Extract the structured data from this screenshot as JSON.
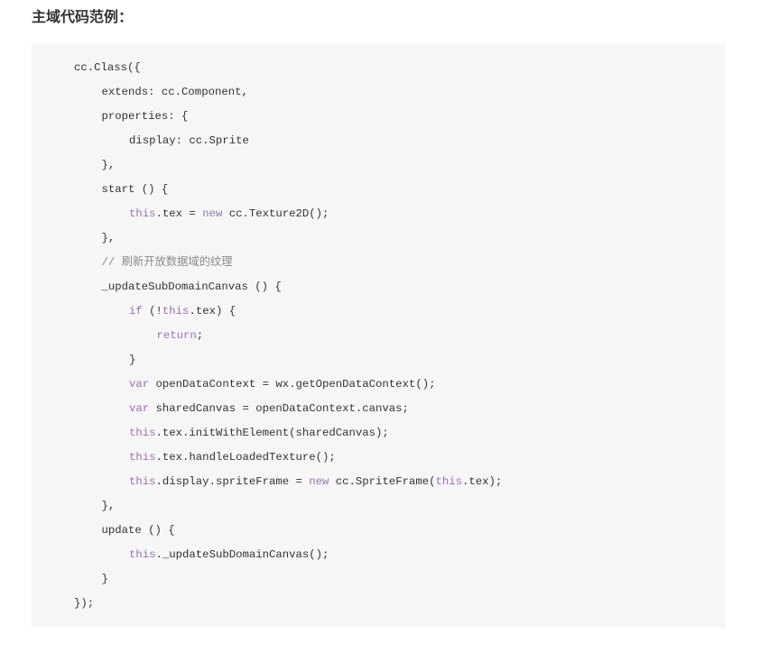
{
  "title": "主域代码范例：",
  "colors": {
    "background": "#f6f6f6",
    "text": "#333333",
    "keyword": "#9b6fb4",
    "comment": "#8a8a8a"
  },
  "code_lines": [
    {
      "indent": 0,
      "tokens": [
        {
          "t": "cc.Class({",
          "c": ""
        }
      ]
    },
    {
      "indent": 1,
      "tokens": [
        {
          "t": "extends: cc.Component,",
          "c": ""
        }
      ]
    },
    {
      "indent": 1,
      "tokens": [
        {
          "t": "properties: {",
          "c": ""
        }
      ]
    },
    {
      "indent": 2,
      "tokens": [
        {
          "t": "display: cc.Sprite",
          "c": ""
        }
      ]
    },
    {
      "indent": 1,
      "tokens": [
        {
          "t": "},",
          "c": ""
        }
      ]
    },
    {
      "indent": 1,
      "tokens": [
        {
          "t": "start () {",
          "c": ""
        }
      ]
    },
    {
      "indent": 2,
      "tokens": [
        {
          "t": "this",
          "c": "kw"
        },
        {
          "t": ".tex = ",
          "c": ""
        },
        {
          "t": "new",
          "c": "kw"
        },
        {
          "t": " cc.Texture2D();",
          "c": ""
        }
      ]
    },
    {
      "indent": 1,
      "tokens": [
        {
          "t": "},",
          "c": ""
        }
      ]
    },
    {
      "indent": 1,
      "tokens": [
        {
          "t": "// 刷新开放数据域的纹理",
          "c": "cm"
        }
      ]
    },
    {
      "indent": 1,
      "tokens": [
        {
          "t": "_updateSubDomainCanvas () {",
          "c": ""
        }
      ]
    },
    {
      "indent": 2,
      "tokens": [
        {
          "t": "if",
          "c": "kw"
        },
        {
          "t": " (!",
          "c": ""
        },
        {
          "t": "this",
          "c": "kw"
        },
        {
          "t": ".tex) {",
          "c": ""
        }
      ]
    },
    {
      "indent": 3,
      "tokens": [
        {
          "t": "return",
          "c": "kw"
        },
        {
          "t": ";",
          "c": ""
        }
      ]
    },
    {
      "indent": 2,
      "tokens": [
        {
          "t": "}",
          "c": ""
        }
      ]
    },
    {
      "indent": 2,
      "tokens": [
        {
          "t": "var",
          "c": "kw"
        },
        {
          "t": " openDataContext = wx.getOpenDataContext();",
          "c": ""
        }
      ]
    },
    {
      "indent": 2,
      "tokens": [
        {
          "t": "var",
          "c": "kw"
        },
        {
          "t": " sharedCanvas = openDataContext.canvas;",
          "c": ""
        }
      ]
    },
    {
      "indent": 2,
      "tokens": [
        {
          "t": "this",
          "c": "kw"
        },
        {
          "t": ".tex.initWithElement(sharedCanvas);",
          "c": ""
        }
      ]
    },
    {
      "indent": 2,
      "tokens": [
        {
          "t": "this",
          "c": "kw"
        },
        {
          "t": ".tex.handleLoadedTexture();",
          "c": ""
        }
      ]
    },
    {
      "indent": 2,
      "tokens": [
        {
          "t": "this",
          "c": "kw"
        },
        {
          "t": ".display.spriteFrame = ",
          "c": ""
        },
        {
          "t": "new",
          "c": "kw"
        },
        {
          "t": " cc.SpriteFrame(",
          "c": ""
        },
        {
          "t": "this",
          "c": "kw"
        },
        {
          "t": ".tex);",
          "c": ""
        }
      ]
    },
    {
      "indent": 1,
      "tokens": [
        {
          "t": "},",
          "c": ""
        }
      ]
    },
    {
      "indent": 1,
      "tokens": [
        {
          "t": "update () {",
          "c": ""
        }
      ]
    },
    {
      "indent": 2,
      "tokens": [
        {
          "t": "this",
          "c": "kw"
        },
        {
          "t": "._updateSubDomainCanvas();",
          "c": ""
        }
      ]
    },
    {
      "indent": 1,
      "tokens": [
        {
          "t": "}",
          "c": ""
        }
      ]
    },
    {
      "indent": 0,
      "tokens": [
        {
          "t": "});",
          "c": ""
        }
      ]
    }
  ]
}
